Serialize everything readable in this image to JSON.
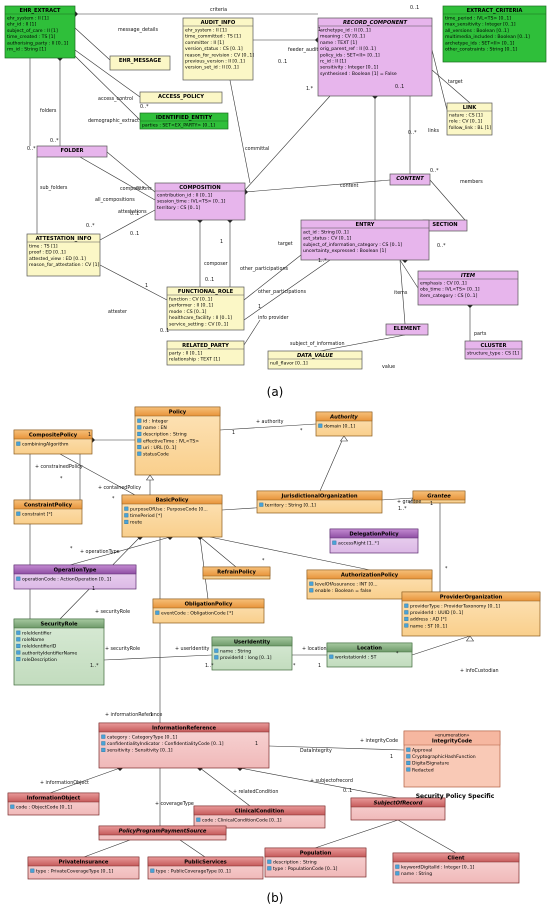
{
  "diagram_a": {
    "caption": "(a)",
    "classes": [
      {
        "id": "ehr_extract",
        "title": "EHR_EXTRACT",
        "attrs": [
          "ehr_system : II [1]",
          "ehr_id : II [1]",
          "subject_of_care : II [1]",
          "time_created : TS [1]",
          "authorising_party : II [0..1]",
          "rm_id : String [1]"
        ]
      },
      {
        "id": "ehr_message",
        "title": "EHR_MESSAGE",
        "attrs": []
      },
      {
        "id": "audit_info",
        "title": "AUDIT_INFO",
        "attrs": [
          "ehr_system : II [1]",
          "time_committed : TS [1]",
          "committer : II [1]",
          "version_status : CS [0..1]",
          "reason_for_revision : CV [0..1]",
          "previous_version : II [0..1]",
          "version_set_id : II [0..1]"
        ]
      },
      {
        "id": "extract_criteria",
        "title": "EXTRACT_CRITERIA",
        "attrs": [
          "time_period : IVL<TS> [0..1]",
          "max_sensitivity : Integer [0..1]",
          "all_versions : Boolean [0..1]",
          "multimedia_included : Boolean [0..1]",
          "archetype_ids : SET<II> [0..1]",
          "other_constraints : String [0..1]"
        ]
      },
      {
        "id": "record_component",
        "title": "RECORD_COMPONENT",
        "attrs": [
          "archetype_id : II [0..1]",
          "meaning : CV [0..1]",
          "name : TEXT [1]",
          "orig_parent_ref : II [0..1]",
          "policy_ids : SET<II> [0..1]",
          "rc_id : II [1]",
          "sensitivity : Integer [0..1]",
          "synthesised : Boolean [1] = False"
        ]
      },
      {
        "id": "access_policy",
        "title": "ACCESS_POLICY",
        "attrs": []
      },
      {
        "id": "identified_entity",
        "title": "IDENTIFIED_ENTITY",
        "attrs": [
          "parties : SET<EX_PARTY> [0..1]"
        ]
      },
      {
        "id": "link",
        "title": "LINK",
        "attrs": [
          "nature : CS [1]",
          "role : CV [0..1]",
          "follow_link : BL [1]"
        ]
      },
      {
        "id": "folder",
        "title": "FOLDER",
        "attrs": []
      },
      {
        "id": "content",
        "title": "CONTENT",
        "attrs": []
      },
      {
        "id": "composition",
        "title": "COMPOSITION",
        "attrs": [
          "contribution_id : II [0..1]",
          "session_time : IVL<TS> [0..1]",
          "territory : CS [0..1]"
        ]
      },
      {
        "id": "section",
        "title": "SECTION",
        "attrs": []
      },
      {
        "id": "attestation_info",
        "title": "ATTESTATION_INFO",
        "attrs": [
          "time : TS [1]",
          "proof : ED [0..1]",
          "attested_view : ED [0..1]",
          "reason_for_attestation : CV [1]"
        ]
      },
      {
        "id": "entry",
        "title": "ENTRY",
        "attrs": [
          "act_id : String [0..1]",
          "act_status : CV [0..1]",
          "subject_of_information_category : CS [0..1]",
          "uncertainty_expressed : Boolean [1]"
        ]
      },
      {
        "id": "functional_role",
        "title": "FUNCTIONAL_ROLE",
        "attrs": [
          "function : CV [0..1]",
          "performer : II [0..1]",
          "mode : CS [0..1]",
          "healthcare_facility : II [0..1]",
          "service_setting : CV [0..1]"
        ]
      },
      {
        "id": "item",
        "title": "ITEM",
        "attrs": [
          "emphasis : CV [0..1]",
          "obs_time : IVL<TS> [0..1]",
          "item_category : CS [0..1]"
        ]
      },
      {
        "id": "related_party",
        "title": "RELATED_PARTY",
        "attrs": [
          "party : II [0..1]",
          "relationship : TEXT [1]"
        ]
      },
      {
        "id": "element",
        "title": "ELEMENT",
        "attrs": []
      },
      {
        "id": "cluster",
        "title": "CLUSTER",
        "attrs": [
          "structure_type : CS [1]"
        ]
      },
      {
        "id": "data_value",
        "title": "DATA_VALUE",
        "attrs": [
          "null_flavor [0..1]"
        ]
      }
    ],
    "labels": {
      "criteria": "criteria",
      "message_details": "message_details",
      "feeder_audit": "feeder_audit",
      "access_control": "access_control",
      "demographic_extract": "demographic_extract",
      "folders": "folders",
      "committal": "committal",
      "target": "target",
      "links": "links",
      "sub_folders": "sub_folders",
      "compositions": "compositions",
      "all_compositions": "all_compositions",
      "attestations": "attestations",
      "content": "content",
      "members": "members",
      "composer": "composer",
      "other_participations": "other_participations",
      "attester": "attester",
      "info_provider": "info provider",
      "subject_of_information": "subject_of_information",
      "items": "items",
      "parts": "parts",
      "value": "value",
      "m01": "0..1",
      "m1": "1",
      "mstar": "0..*",
      "m1star": "1..*",
      "m1dot": "1.*",
      "m01b": "0..1"
    }
  },
  "diagram_b": {
    "caption": "(b)",
    "classes": [
      {
        "id": "policy",
        "title": "Policy",
        "attrs": [
          "id : Integer",
          "name : EN",
          "description : String",
          "effectiveTime : IVL<TS>",
          "uri : URL [0..1]",
          "statusCode"
        ]
      },
      {
        "id": "authority",
        "title": "Authority",
        "attrs": [
          "domain [0..1]"
        ]
      },
      {
        "id": "composite_policy",
        "title": "CompositePolicy",
        "attrs": [
          "combiningAlgorithm"
        ]
      },
      {
        "id": "basic_policy",
        "title": "BasicPolicy",
        "attrs": [
          "purposeOfUse : PurposeCode [0...",
          "timePeriod [*]",
          "route"
        ]
      },
      {
        "id": "jurisdictional_org",
        "title": "JurisdictionalOrganization",
        "attrs": [
          "territory : String [0..1]"
        ]
      },
      {
        "id": "grantee",
        "title": "Grantee",
        "attrs": []
      },
      {
        "id": "constraint_policy",
        "title": "ConstraintPolicy",
        "attrs": [
          "constraint [*]"
        ]
      },
      {
        "id": "delegation_policy",
        "title": "DelegationPolicy",
        "attrs": [
          "accessRight [1..*]"
        ]
      },
      {
        "id": "operation_type",
        "title": "OperationType",
        "attrs": [
          "operationCode : ActionOperation [0..1]"
        ]
      },
      {
        "id": "refrain_policy",
        "title": "RefrainPolicy",
        "attrs": []
      },
      {
        "id": "authorization_policy",
        "title": "AuthorizationPolicy",
        "attrs": [
          "levelOfAssurance : INT [0...",
          "enable : Boolean = false"
        ]
      },
      {
        "id": "obligation_policy",
        "title": "ObligationPolicy",
        "attrs": [
          "eventCode : ObligationCode [*]"
        ]
      },
      {
        "id": "provider_org",
        "title": "ProviderOrganization",
        "attrs": [
          "providerType : ProviderTaxonomy [0..1]",
          "providerId : UUID [0..1]",
          "address : AD [*]",
          "name : ST [0..1]"
        ]
      },
      {
        "id": "security_role",
        "title": "SecurityRole",
        "attrs": [
          "roleIdentifier",
          "roleName",
          "roleIdentifierID",
          "authorityIdentifierName",
          "roleDescription"
        ]
      },
      {
        "id": "user_identity",
        "title": "UserIdentity",
        "attrs": [
          "name : String",
          "providerId : long [0..1]"
        ]
      },
      {
        "id": "location",
        "title": "Location",
        "attrs": [
          "workstationId : ST"
        ]
      },
      {
        "id": "information_reference",
        "title": "InformationReference",
        "attrs": [
          "category : CategoryType [0..1]",
          "confidentialityIndicator : ConfidentialityCode [0..1]",
          "sensitivity : Sensitivity [0..1]"
        ]
      },
      {
        "id": "integrity_code",
        "title": "IntegrityCode",
        "stereotype": "«enumeration»",
        "attrs": [
          "Approval",
          "CryptographicHashFunction",
          "DigitalSignature",
          "Redacted"
        ]
      },
      {
        "id": "information_object",
        "title": "InformationObject",
        "attrs": [
          "code : ObjectCode [0..1]"
        ]
      },
      {
        "id": "clinical_condition",
        "title": "ClinicalCondition",
        "attrs": [
          "code : ClinicalConditionCode [0..1]"
        ]
      },
      {
        "id": "subject_of_record",
        "title": "SubjectOfRecord",
        "attrs": []
      },
      {
        "id": "policy_program_payment",
        "title": "PolicyProgramPaymentSource",
        "attrs": []
      },
      {
        "id": "population",
        "title": "Population",
        "attrs": [
          "description : String",
          "type : PopulationCode [0..1]"
        ]
      },
      {
        "id": "private_insurance",
        "title": "PrivateInsurance",
        "attrs": [
          "type : PrivateCoverageType [0..1]"
        ]
      },
      {
        "id": "public_services",
        "title": "PublicServices",
        "attrs": [
          "type : PublicCoverageType [0..1]"
        ]
      },
      {
        "id": "client",
        "title": "Client",
        "attrs": [
          "keywordDigitalId : Integer [0..1]",
          "name : String"
        ]
      }
    ],
    "labels": {
      "authority": "+ authority",
      "constrained_policy": "+ constrainedPolicy",
      "contained_policy": "+ containedPolicy",
      "grantee": "+ grantee",
      "operation_type": "+ operationType",
      "security_role_a": "+ securityRole",
      "security_role_b": "+ securityRole",
      "user_identity": "+ userIdentity",
      "location": "+ location",
      "info_custodian": "+ infoCustodian",
      "information_reference": "+ informationReference",
      "integrity_code": "+ integrityCode",
      "data_integrity": "DataIntegrity",
      "information_object": "+ informationObject",
      "coverage_type": "+ coverageType",
      "related_condition": "+ relatedCondition",
      "subject_of_record": "+ subjectofrecord",
      "security_policy_specific": "Security Policy Specific",
      "m1": "1",
      "mstar": "*",
      "m1star": "1..*",
      "m01": "0..1"
    }
  }
}
